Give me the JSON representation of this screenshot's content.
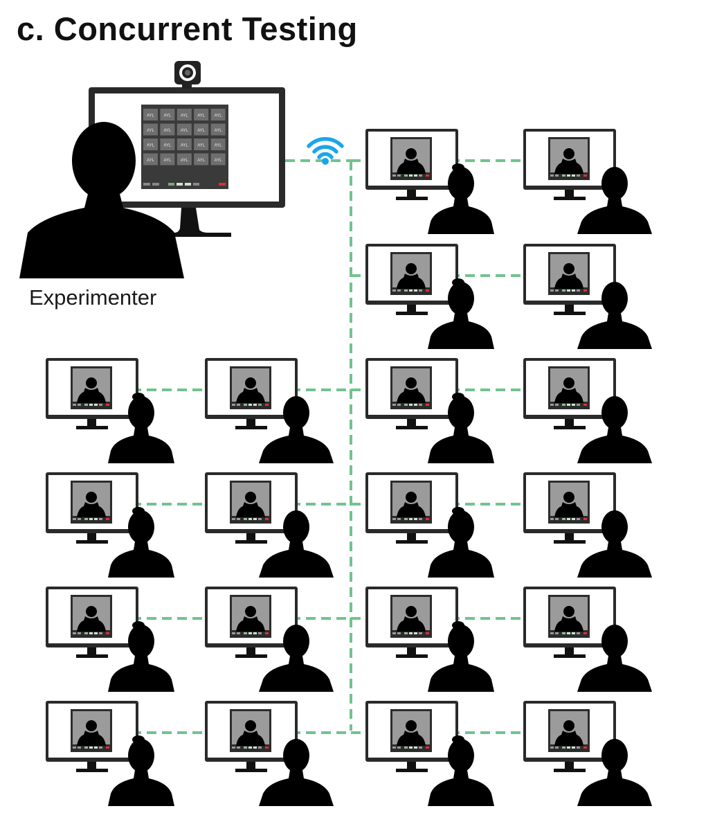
{
  "title": "c. Concurrent Testing",
  "experimenter_label": "Experimenter",
  "grid_cell_label": "AYL",
  "colors": {
    "network_line": "#72c28e",
    "wifi": "#1aa7e8",
    "silhouette": "#000000",
    "screen_gray": "#9b9b9b",
    "monitor_frame": "#2a2a2a",
    "record_button": "#e03030"
  },
  "icons": {
    "network": "wifi-icon",
    "camera": "webcam-icon",
    "person": "person-silhouette-icon",
    "computer": "monitor-icon"
  },
  "participants": {
    "right_columns": 2,
    "right_rows": 6,
    "left_columns": 2,
    "left_rows": 4
  }
}
